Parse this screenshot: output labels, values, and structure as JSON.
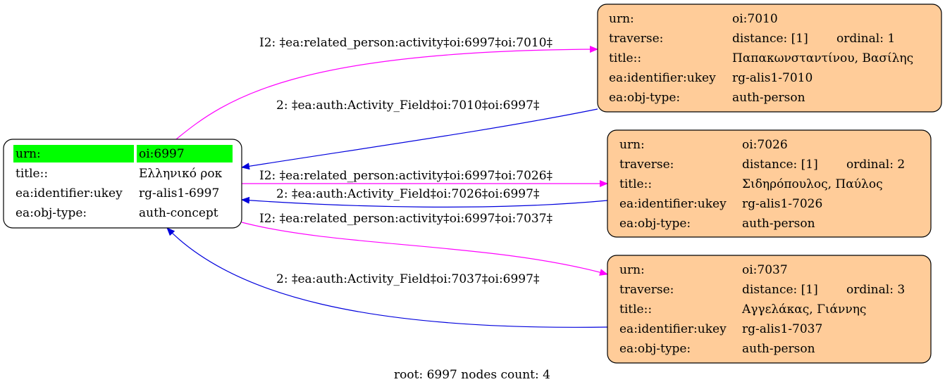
{
  "colors": {
    "root_bg": "#ffffff",
    "related_bg": "#ffcc99",
    "highlight": "#00ff00",
    "forward_edge": "#ff00ff",
    "reverse_edge": "#0000dd"
  },
  "nodes": {
    "root": {
      "rows": [
        {
          "key": "urn:",
          "value": "oi:6997"
        },
        {
          "key": "title::",
          "value": "Ελληνικό ροκ"
        },
        {
          "key": "ea:identifier:ukey",
          "value": "rg-alis1-6997"
        },
        {
          "key": "ea:obj-type:",
          "value": "auth-concept"
        }
      ]
    },
    "n7010": {
      "rows": [
        {
          "key": "urn:",
          "value": "oi:7010"
        },
        {
          "key": "traverse:",
          "value": "distance: [1]",
          "extra": "ordinal: 1"
        },
        {
          "key": "title::",
          "value": "Παπακωνσταντίνου, Βασίλης"
        },
        {
          "key": "ea:identifier:ukey",
          "value": "rg-alis1-7010"
        },
        {
          "key": "ea:obj-type:",
          "value": "auth-person"
        }
      ]
    },
    "n7026": {
      "rows": [
        {
          "key": "urn:",
          "value": "oi:7026"
        },
        {
          "key": "traverse:",
          "value": "distance: [1]",
          "extra": "ordinal: 2"
        },
        {
          "key": "title::",
          "value": "Σιδηρόπουλος, Παύλος"
        },
        {
          "key": "ea:identifier:ukey",
          "value": "rg-alis1-7026"
        },
        {
          "key": "ea:obj-type:",
          "value": "auth-person"
        }
      ]
    },
    "n7037": {
      "rows": [
        {
          "key": "urn:",
          "value": "oi:7037"
        },
        {
          "key": "traverse:",
          "value": "distance: [1]",
          "extra": "ordinal: 3"
        },
        {
          "key": "title::",
          "value": "Αγγελάκας, Γιάννης"
        },
        {
          "key": "ea:identifier:ukey",
          "value": "rg-alis1-7037"
        },
        {
          "key": "ea:obj-type:",
          "value": "auth-person"
        }
      ]
    }
  },
  "edges": {
    "e1": "I2: ‡ea:related_person:activity‡oi:6997‡oi:7010‡",
    "e2": "2: ‡ea:auth:Activity_Field‡oi:7010‡oi:6997‡",
    "e3": "I2: ‡ea:related_person:activity‡oi:6997‡oi:7026‡",
    "e4": "2: ‡ea:auth:Activity_Field‡oi:7026‡oi:6997‡",
    "e5": "I2: ‡ea:related_person:activity‡oi:6997‡oi:7037‡",
    "e6": "2: ‡ea:auth:Activity_Field‡oi:7037‡oi:6997‡"
  },
  "footer": "root: 6997 nodes count: 4"
}
